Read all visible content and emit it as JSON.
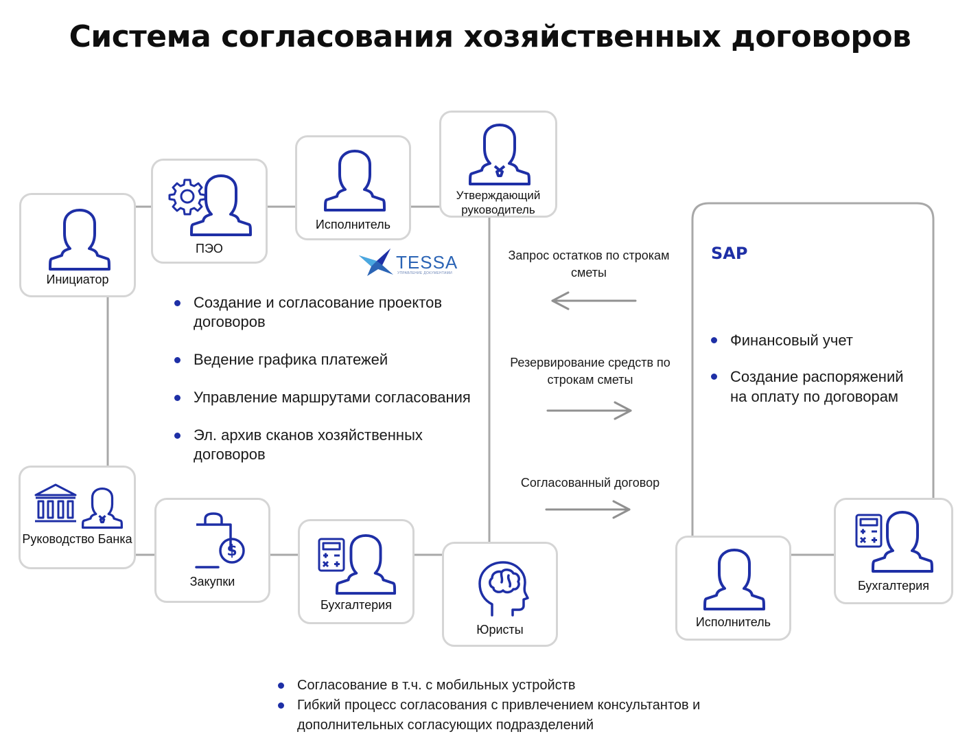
{
  "title": "Система согласования хозяйственных договоров",
  "nodes": {
    "initiator": "Инициатор",
    "peo": "ПЭО",
    "executor": "Исполнитель",
    "approver": "Утверждающий руководитель",
    "bank_management": "Руководство Банка",
    "purchasing": "Закупки",
    "accounting": "Бухгалтерия",
    "lawyers": "Юристы",
    "sap_executor": "Исполнитель",
    "sap_accounting": "Бухгалтерия"
  },
  "tessa": {
    "logo_text": "TESSA",
    "logo_subtitle": "УПРАВЛЕНИЕ ДОКУМЕНТАМИ",
    "features": [
      "Создание и согласование проектов договоров",
      "Ведение графика платежей",
      "Управление маршрутами согласования",
      "Эл. архив сканов хозяйственных договоров"
    ]
  },
  "flows": {
    "request": "Запрос остатков по строкам сметы",
    "reserve": "Резервирование средств по строкам сметы",
    "agreed": "Согласованный договор"
  },
  "sap": {
    "label": "SAP",
    "features": [
      "Финансовый учет",
      "Создание распоряжений на оплату по договорам"
    ]
  },
  "bottom_notes": [
    "Согласование в т.ч. с мобильных устройств",
    "Гибкий процесс согласования с привлечением консультантов и дополнительных согласующих подразделений"
  ],
  "colors": {
    "accent": "#1e2fa6",
    "card_border": "#d5d5d5",
    "connector": "#a8a8a8",
    "arrow": "#909090",
    "tessa_logo": "#2b64b5"
  }
}
